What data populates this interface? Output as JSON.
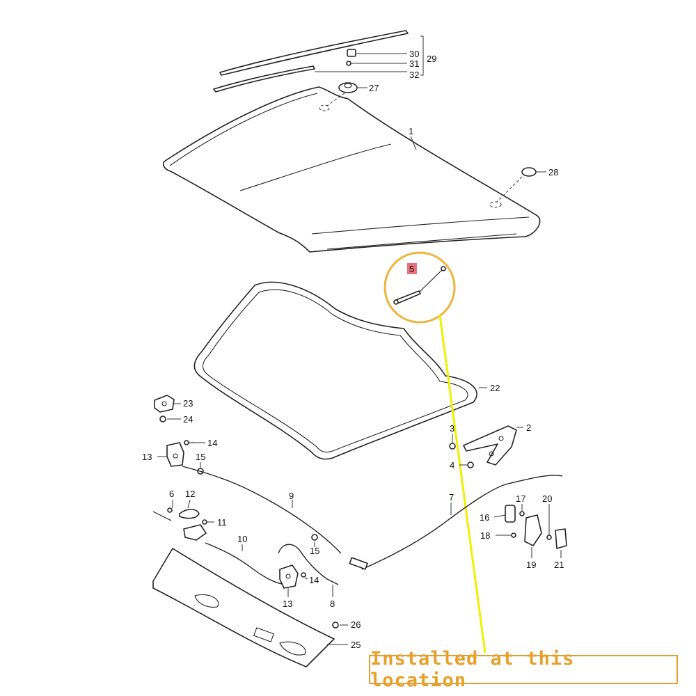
{
  "parts": {
    "p1": "1",
    "p2": "2",
    "p3": "3",
    "p4": "4",
    "p5": "5",
    "p6": "6",
    "p7": "7",
    "p8": "8",
    "p9": "9",
    "p10": "10",
    "p11": "11",
    "p12": "12",
    "p13a": "13",
    "p13b": "13",
    "p14a": "14",
    "p14b": "14",
    "p15a": "15",
    "p15b": "15",
    "p16": "16",
    "p17": "17",
    "p18": "18",
    "p19": "19",
    "p20": "20",
    "p21": "21",
    "p22": "22",
    "p23": "23",
    "p24": "24",
    "p25": "25",
    "p26": "26",
    "p27": "27",
    "p28": "28",
    "p29": "29",
    "p30": "30",
    "p31": "31",
    "p32": "32"
  },
  "callout": {
    "text": "Installed at this location"
  },
  "colors": {
    "highlight_circle": "#f0b43c",
    "pointer_line": "#f0f000",
    "part5_marker": "#e8707a",
    "callout_text": "#e8a02c"
  }
}
